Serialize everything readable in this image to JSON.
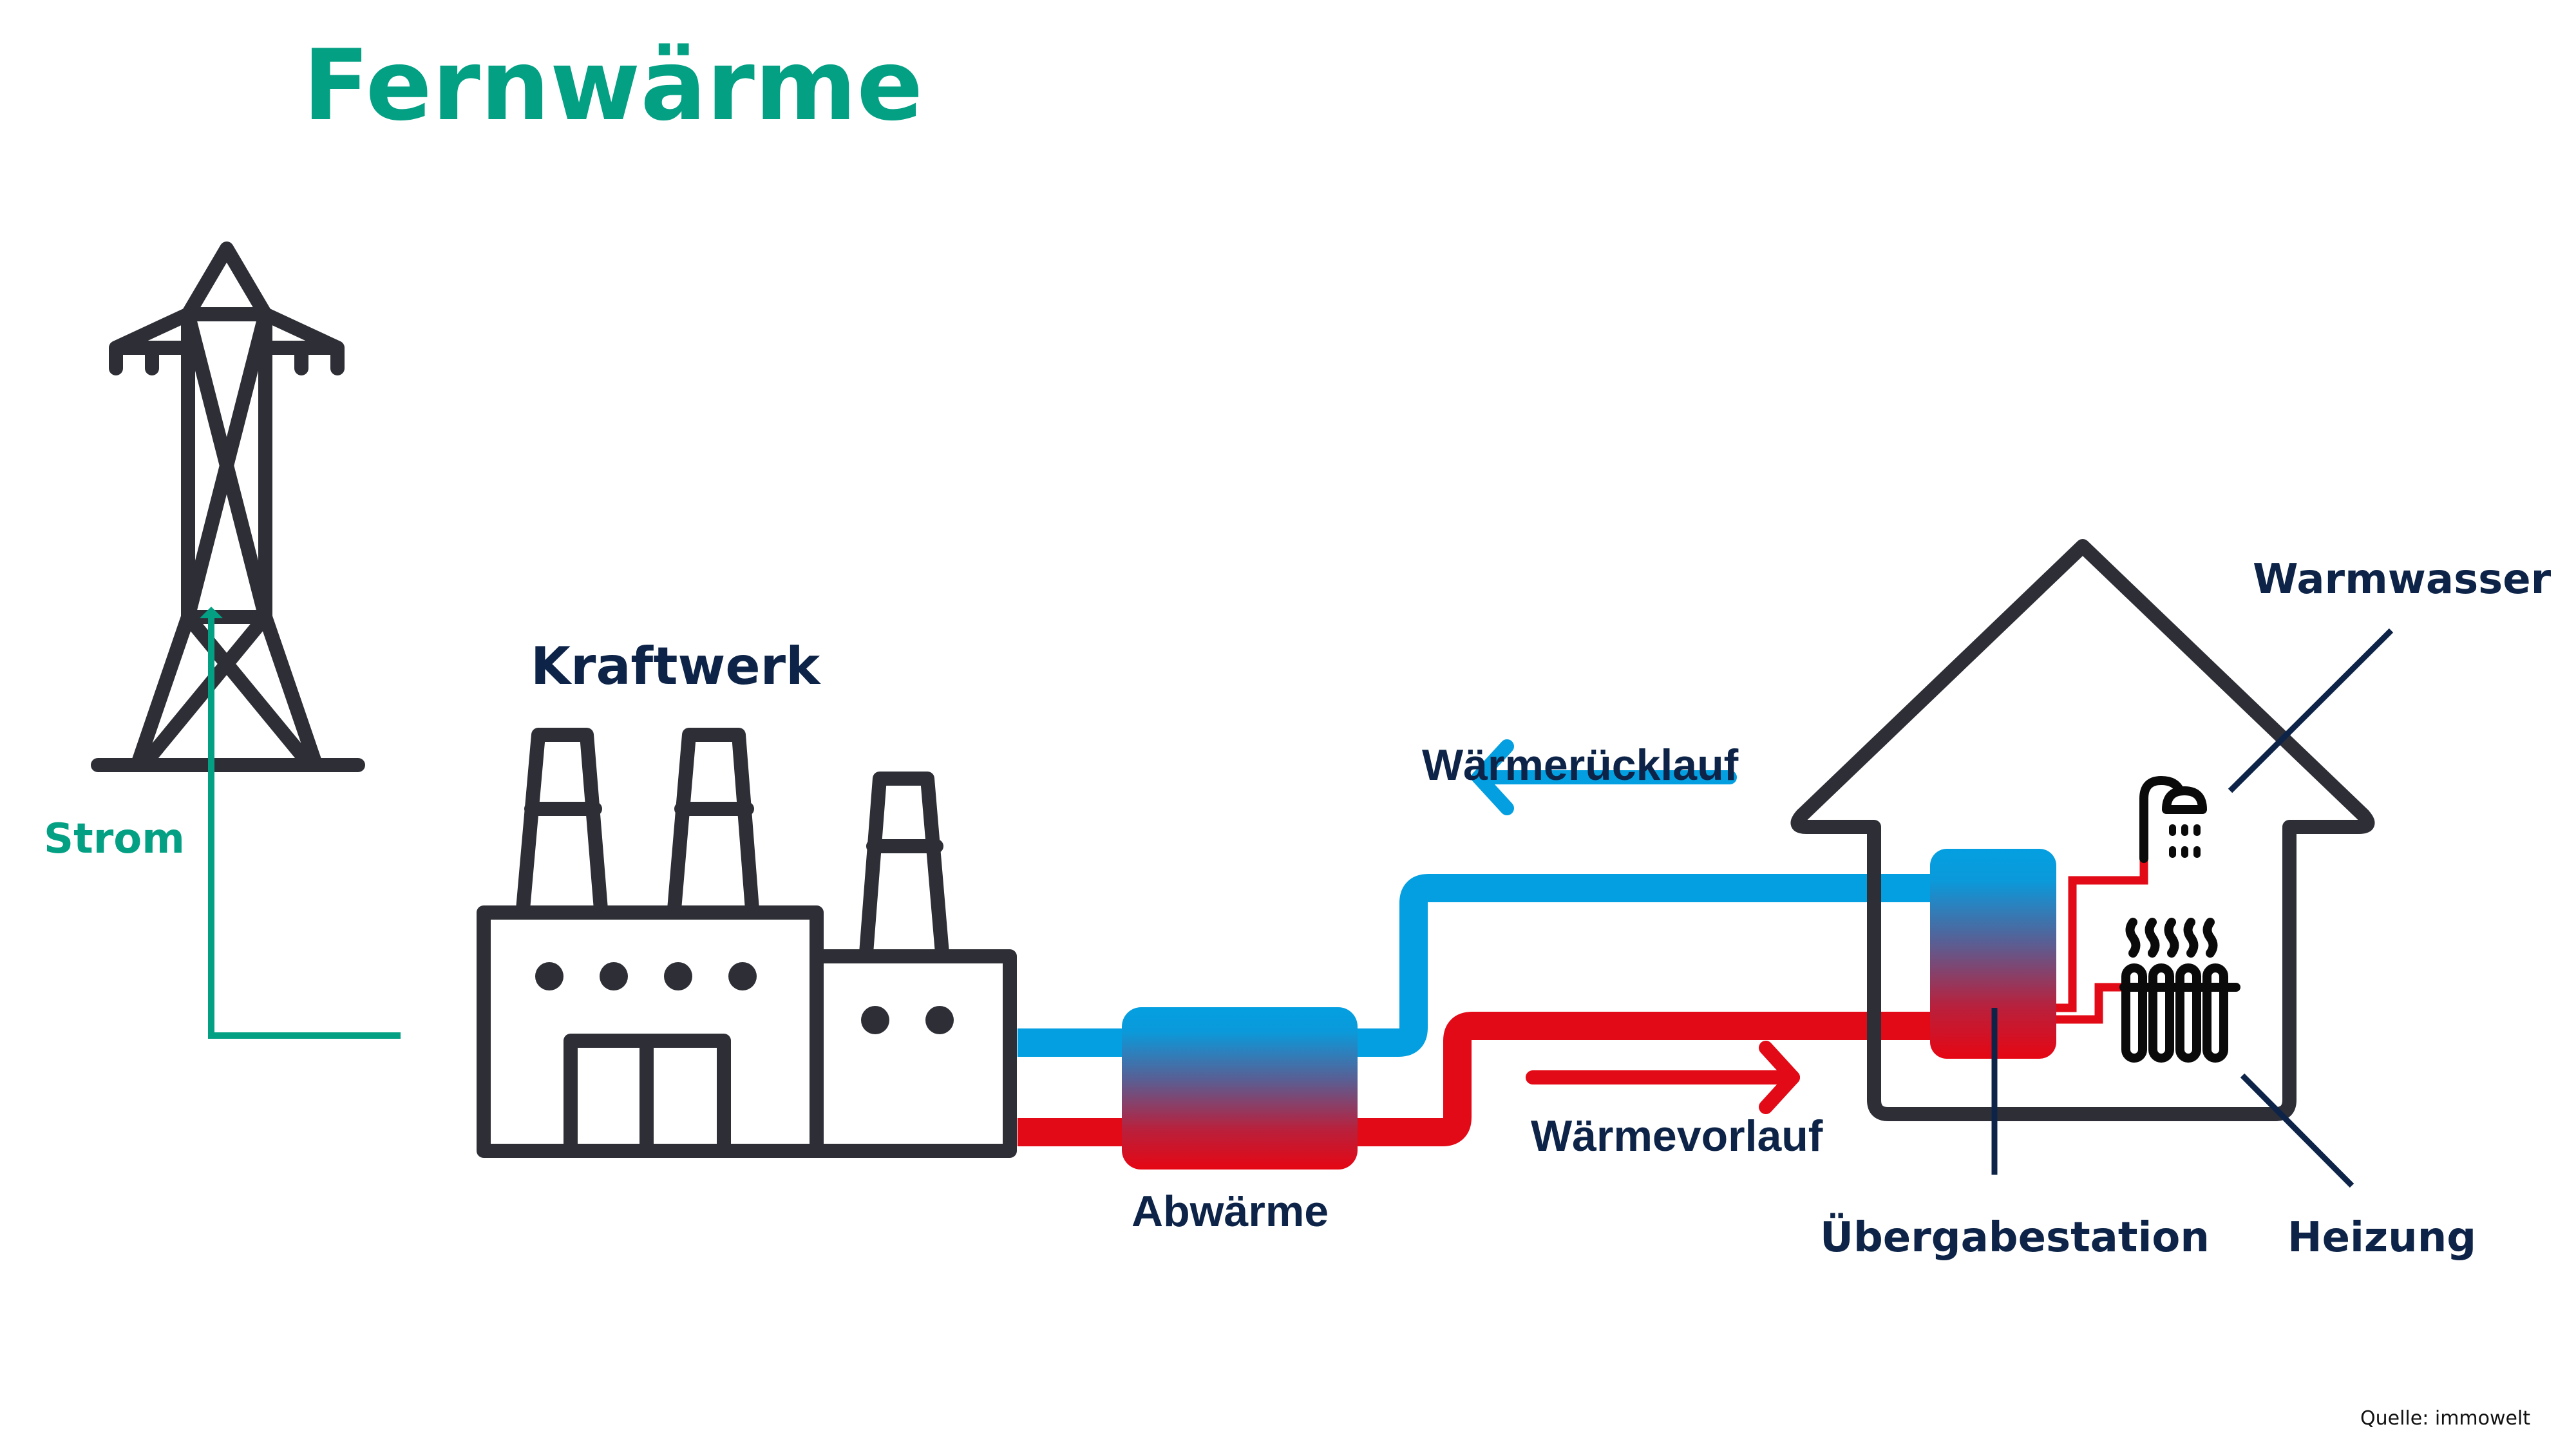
{
  "title": "Fernwärme",
  "colors": {
    "title_green": "#04a084",
    "label_navy": "#0d2448",
    "outline": "#2e2f36",
    "cold_blue": "#049fe0",
    "hot_red": "#e20a16"
  },
  "labels": {
    "strom": "Strom",
    "kraftwerk": "Kraftwerk",
    "abwaerme": "Abwärme",
    "waermeruecklauf": "Wärmerücklauf",
    "waermevorlauf": "Wärmevorlauf",
    "uebergabestation": "Übergabestation",
    "warmwasser": "Warmwasser",
    "heizung": "Heizung"
  },
  "icons": {
    "power_pylon": "power-pylon-icon",
    "power_plant": "factory-icon",
    "heat_exchanger": "heat-exchanger",
    "house": "house-icon",
    "transfer_station": "transfer-station",
    "shower": "shower-icon",
    "radiator": "radiator-icon"
  },
  "source": "Quelle: immowelt"
}
